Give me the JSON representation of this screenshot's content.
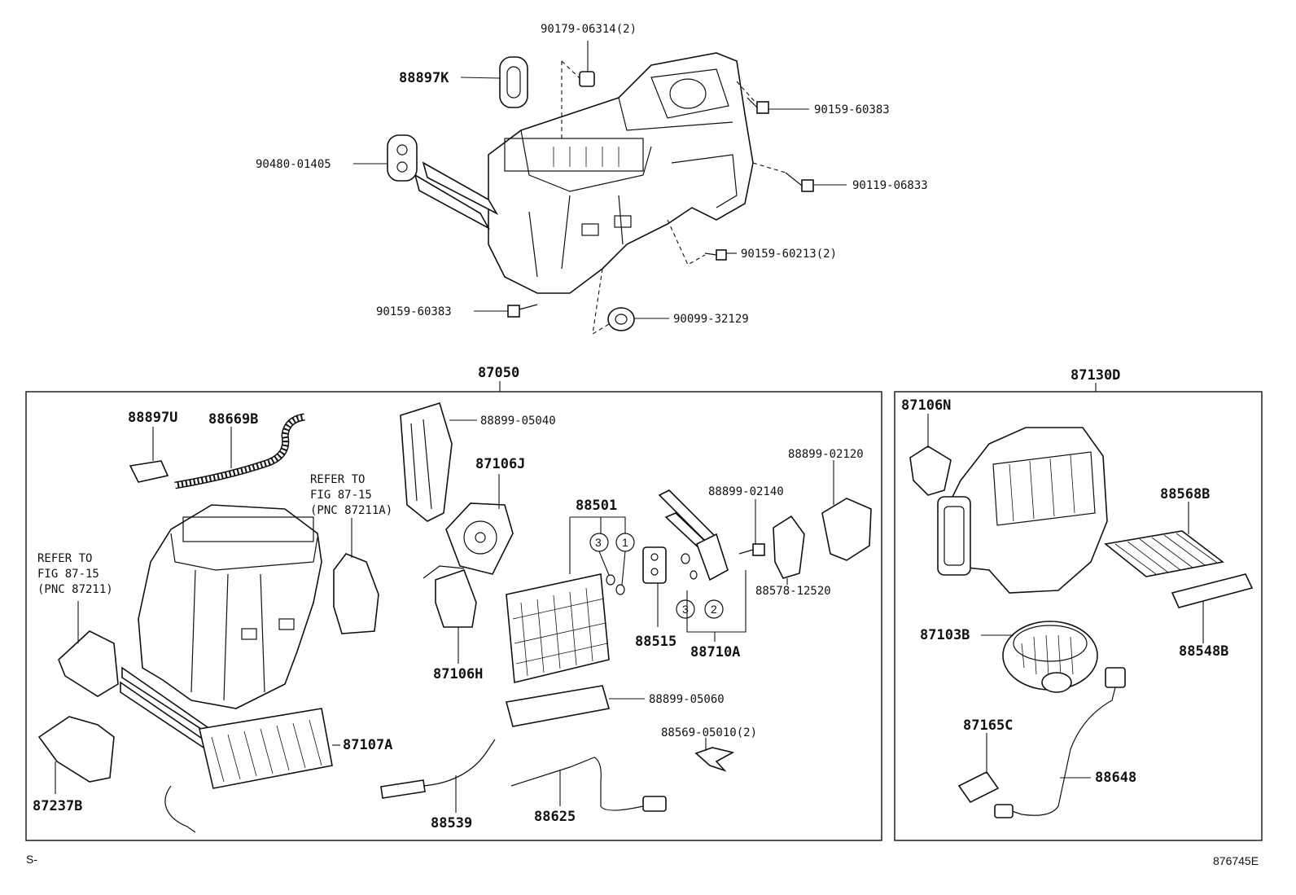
{
  "callouts": {
    "p90179_06314": "90179-06314(2)",
    "p88897K": "88897K",
    "p90159_60383_top": "90159-60383",
    "p90480_01405": "90480-01405",
    "p90119_06833": "90119-06833",
    "p90159_60213": "90159-60213(2)",
    "p90159_60383_bottom": "90159-60383",
    "p90099_32129": "90099-32129",
    "p87050": "87050",
    "p87130D": "87130D",
    "p88897U": "88897U",
    "p88669B": "88669B",
    "p88899_05040": "88899-05040",
    "p87106J": "87106J",
    "p88899_02120": "88899-02120",
    "p88899_02140": "88899-02140",
    "p88501": "88501",
    "p88578_12520": "88578-12520",
    "p88515": "88515",
    "p88710A": "88710A",
    "p87106H": "87106H",
    "p88899_05060": "88899-05060",
    "p88569_05010": "88569-05010(2)",
    "p87107A": "87107A",
    "p87237B": "87237B",
    "p88539": "88539",
    "p88625": "88625",
    "p87106N": "87106N",
    "p88568B": "88568B",
    "p87103B": "87103B",
    "p88548B": "88548B",
    "p87165C": "87165C",
    "p88648": "88648"
  },
  "refer_notes": {
    "note1": [
      "REFER TO",
      "FIG 87-15",
      "(PNC 87211A)"
    ],
    "note2": [
      "REFER TO",
      "FIG 87-15",
      "(PNC 87211)"
    ]
  },
  "circled_refs": {
    "c3_a": "3",
    "c1": "1",
    "c3_b": "3",
    "c2": "2"
  },
  "footer": {
    "left_code": "S-",
    "figure_id": "876745E"
  }
}
